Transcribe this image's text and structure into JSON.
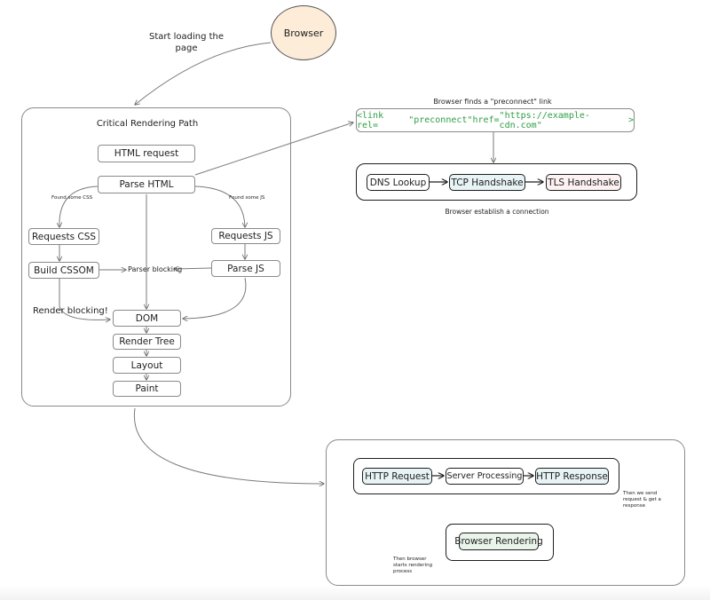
{
  "browser_node": "Browser",
  "start_label": "Start loading the page",
  "crp": {
    "title": "Critical Rendering Path",
    "html_request": "HTML request",
    "parse_html": "Parse HTML",
    "found_css": "Found some CSS",
    "found_js": "Found some JS",
    "requests_css": "Requests CSS",
    "requests_js": "Requests JS",
    "build_cssom": "Build CSSOM",
    "parse_js": "Parse JS",
    "parser_blocking": "Parser blocking",
    "render_blocking": "Render blocking!",
    "dom": "DOM",
    "render_tree": "Render Tree",
    "layout": "Layout",
    "paint": "Paint"
  },
  "preconnect": {
    "caption": "Browser finds a \"preconnect\" link",
    "code_parts": [
      "<link rel=",
      "\"preconnect\"",
      " href=",
      "\"https://example-cdn.com\"",
      ">"
    ],
    "dns": "DNS Lookup",
    "tcp": "TCP Handshake",
    "tls": "TLS Handshake",
    "connection_caption": "Browser establish a connection"
  },
  "request_flow": {
    "http_request": "HTTP Request",
    "server_processing": "Server Processing",
    "http_response": "HTTP Response",
    "send_note": "Then we send request & get a response",
    "browser_rendering": "Browser Rendering",
    "render_note": "Then browser starts rendering process"
  },
  "colors": {
    "code_green": "#2f9e44",
    "node_blue": "#e7f3f5",
    "node_green": "#eaf4ea",
    "node_pink": "#fdf1f1",
    "browser_fill": "#fcecd8"
  }
}
